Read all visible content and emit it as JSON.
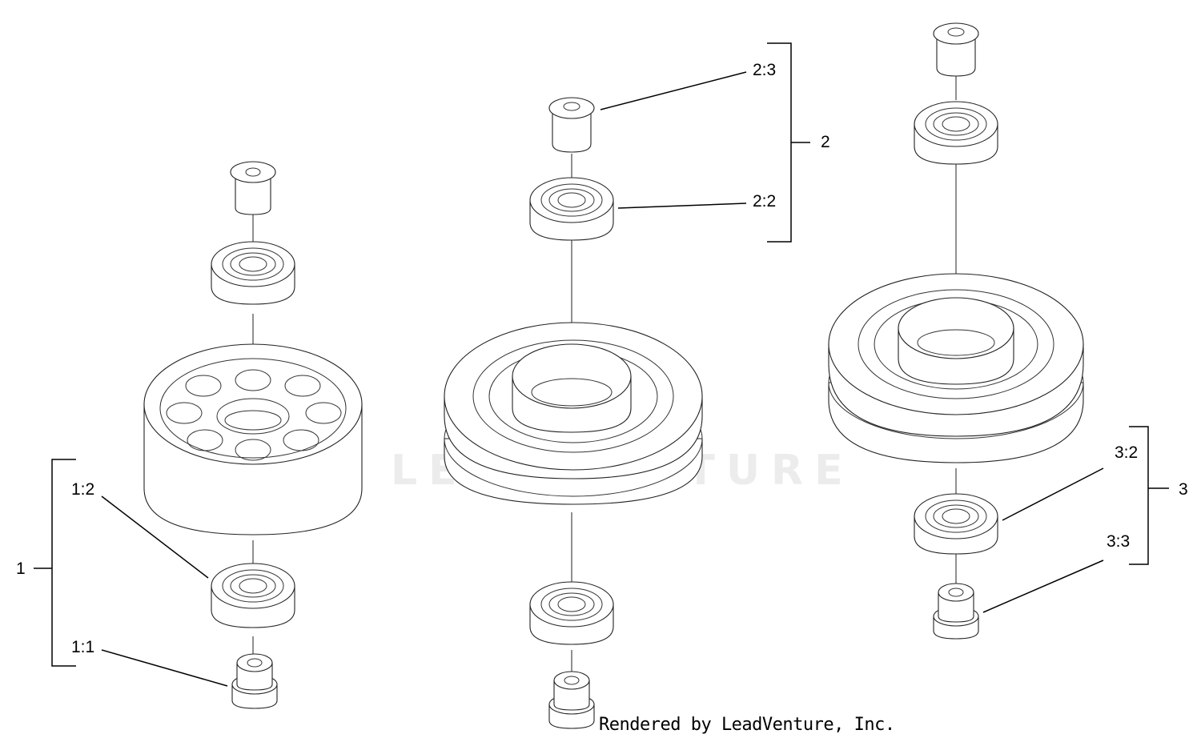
{
  "watermark": "LEADVENTURE",
  "credit": "Rendered by LeadVenture, Inc.",
  "callouts": {
    "group1": "1",
    "part1_2": "1:2",
    "part1_1": "1:1",
    "group2": "2",
    "part2_3": "2:3",
    "part2_2": "2:2",
    "group3": "3",
    "part3_2": "3:2",
    "part3_3": "3:3"
  }
}
